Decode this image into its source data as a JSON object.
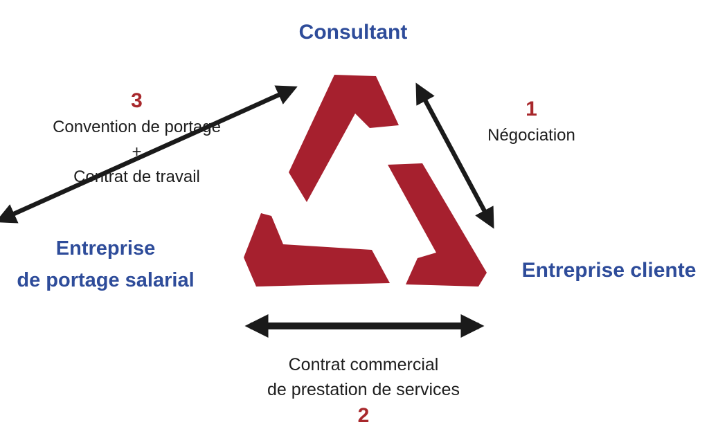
{
  "nodes": {
    "top": "Consultant",
    "bottom_left": {
      "line1": "Entreprise",
      "line2": "de portage salarial"
    },
    "bottom_right": "Entreprise cliente"
  },
  "edges": {
    "negotiation": {
      "number": "1",
      "label": "Négociation"
    },
    "commercial": {
      "number": "2",
      "line1": "Contrat commercial",
      "line2": "de prestation de services"
    },
    "portage": {
      "number": "3",
      "line1": "Convention de portage",
      "line2": "+",
      "line3": "Contrat de travail"
    }
  },
  "icons": {
    "center_logo": "portage-triangle-logo"
  },
  "colors": {
    "node_blue": "#2E4C9A",
    "number_red": "#A8282C",
    "logo_red": "#A6202E",
    "arrow_black": "#1A1A1A",
    "background": "#FFFFFF"
  }
}
